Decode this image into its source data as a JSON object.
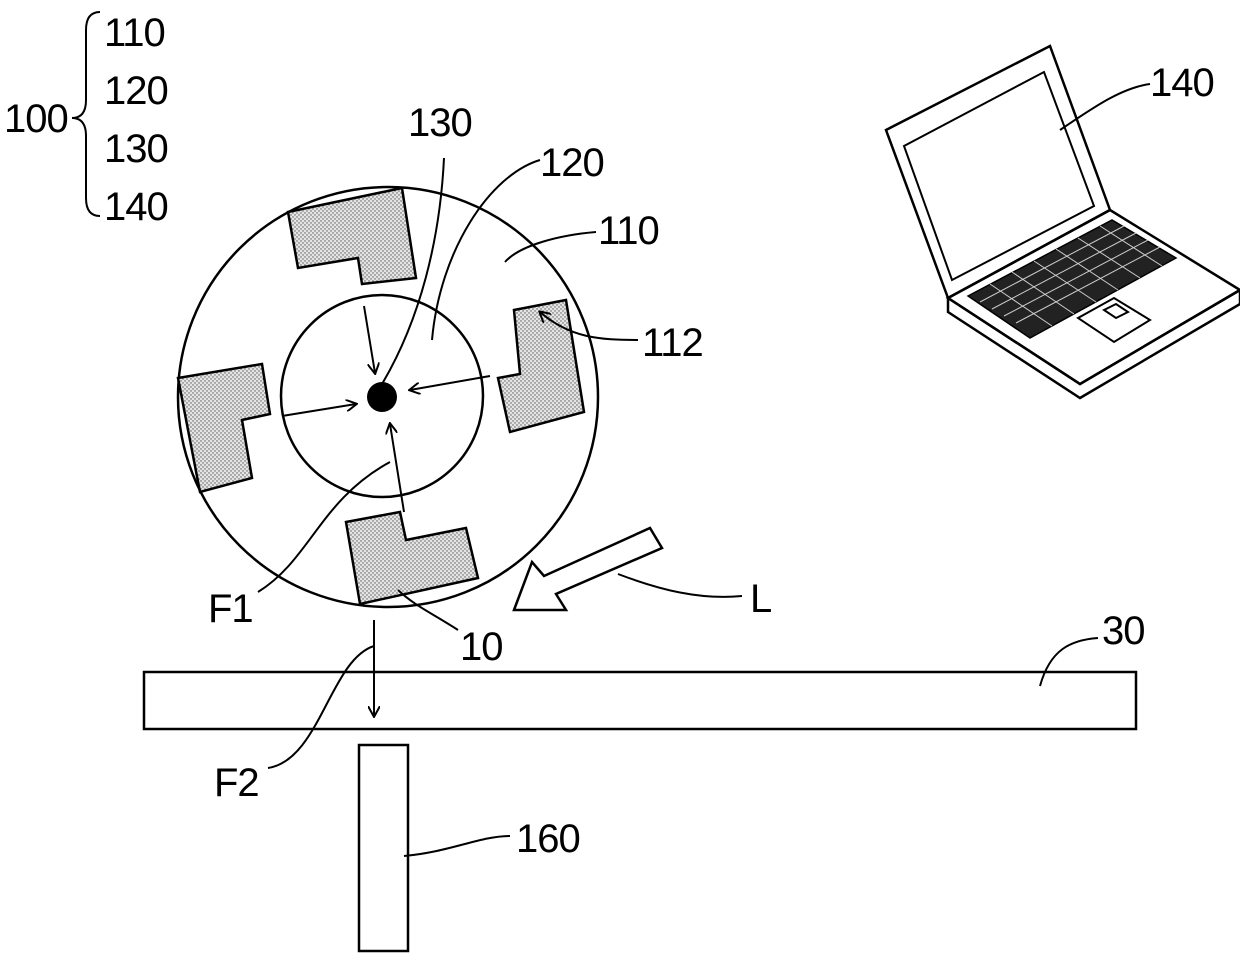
{
  "group": {
    "label": "100",
    "members": [
      "110",
      "120",
      "130",
      "140"
    ]
  },
  "labels": {
    "outer_ring": "110",
    "inner_disc": "120",
    "center_part": "130",
    "recess": "112",
    "computer": "140",
    "holder": "10",
    "force_inner": "F1",
    "force_down": "F2",
    "light": "L",
    "plate": "30",
    "support": "160"
  },
  "colors": {
    "line": "#000000",
    "hatch_fill": "#d6d6d6",
    "background": "#ffffff"
  }
}
